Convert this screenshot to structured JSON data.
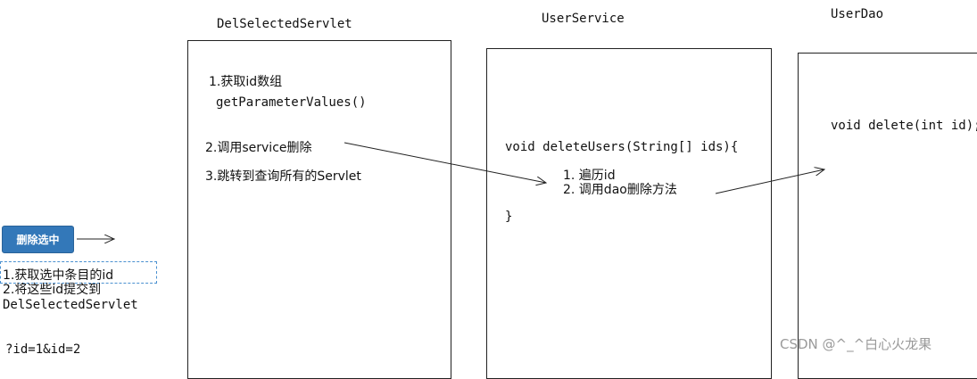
{
  "columns": {
    "servlet": {
      "title": "DelSelectedServlet",
      "steps": [
        "1.获取id数组",
        "getParameterValues()",
        "2.调用service删除",
        "3.跳转到查询所有的Servlet"
      ]
    },
    "service": {
      "title": "UserService",
      "signature": "void deleteUsers(String[] ids){",
      "steps": [
        "1.  遍历id",
        "2.  调用dao删除方法"
      ],
      "closing_brace": "}"
    },
    "dao": {
      "title": "UserDao",
      "signature": "void delete(int id);"
    }
  },
  "client": {
    "button_label": "删除选中",
    "notes": [
      "1.获取选中条目的id",
      "2.将这些id提交到",
      "DelSelectedServlet"
    ],
    "query_string": "?id=1&id=2"
  },
  "watermark": "CSDN @^_^白心火龙果",
  "colors": {
    "button": "#3378b9",
    "dashed_border": "#4a90d0",
    "line": "#222222",
    "watermark": "#9a9a9a"
  }
}
